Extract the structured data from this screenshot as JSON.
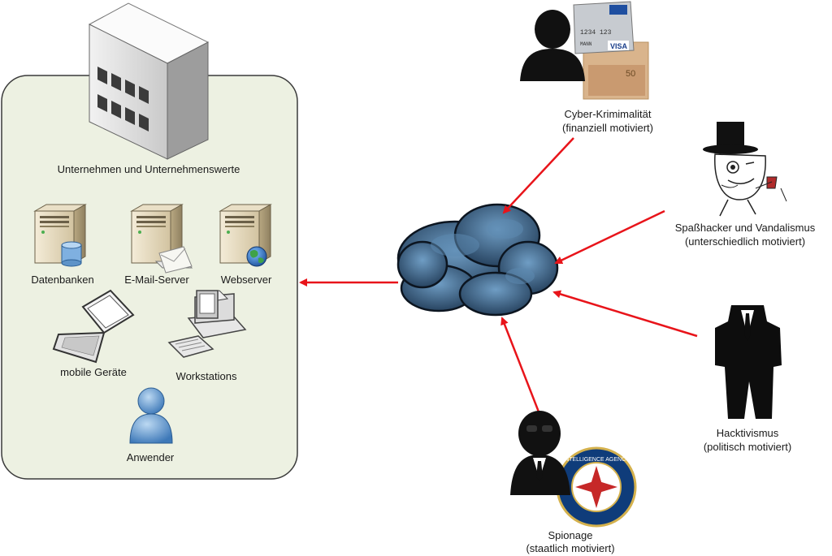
{
  "company": {
    "title": "Unternehmen und Unternehmenswerte",
    "assets": {
      "databases": "Datenbanken",
      "mail_server": "E-Mail-Server",
      "webserver": "Webserver",
      "mobile": "mobile Geräte",
      "workstations": "Workstations",
      "users": "Anwender"
    }
  },
  "threats": {
    "cybercrime": {
      "line1": "Cyber-Krimimalität",
      "line2": "(finanziell motiviert)"
    },
    "fun_hackers": {
      "line1": "Spaßhacker und Vandalismus",
      "line2": "(unterschiedlich motiviert)"
    },
    "hacktivism": {
      "line1": "Hacktivismus",
      "line2": "(politisch motiviert)"
    },
    "espionage": {
      "line1": "Spionage",
      "line2": "(staatlich motiviert)"
    }
  },
  "card_text": {
    "brand": "VISA",
    "number": "1234 123",
    "name": "MANN",
    "note_value": "50"
  },
  "seal_text": "INTELLIGENCE AGENCY",
  "colors": {
    "arrow": "#e8141a",
    "panel": "#edf1e2",
    "panel_border": "#3a3a3a",
    "cloud": "#2a4a66"
  },
  "icons": [
    "building-icon",
    "server-icon",
    "database-icon",
    "mail-icon",
    "globe-icon",
    "laptop-icon",
    "workstation-icon",
    "user-icon",
    "cloud-icon",
    "hacker-icon",
    "credit-card-icon",
    "banknote-icon",
    "top-hat-icon",
    "monocle-meme-icon",
    "suit-figure-icon",
    "sunglasses-agent-icon",
    "cia-seal-icon"
  ]
}
